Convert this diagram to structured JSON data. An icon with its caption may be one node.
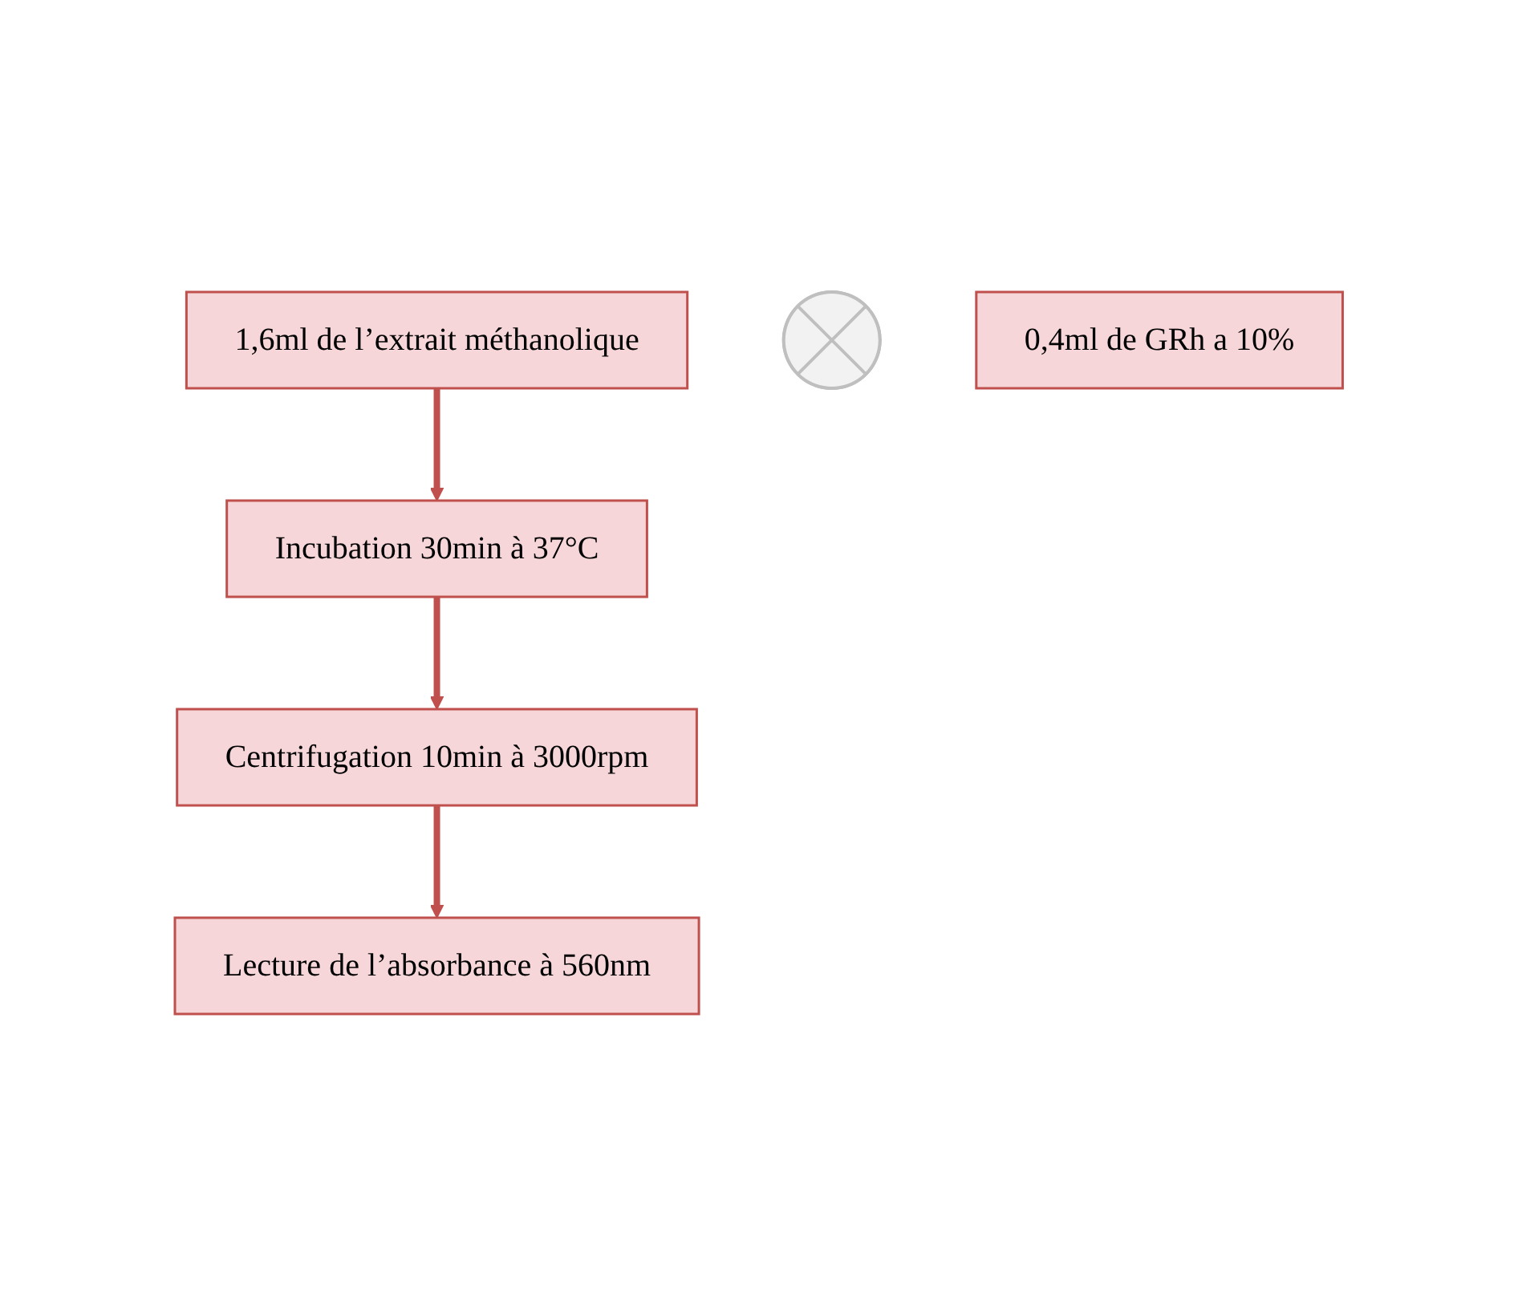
{
  "diagram": {
    "nodes": [
      {
        "text": [
          "1,6ml de l’extrait méthanolique"
        ]
      },
      {
        "text": [],
        "shape": "cross"
      },
      {
        "text": [
          "0,4ml de GRh a 10%"
        ]
      },
      {
        "text": [
          "Incubation 30min à 37°C"
        ]
      },
      {
        "text": [
          "Centrifugation 10min à 3000rpm"
        ]
      },
      {
        "text": [
          "Lecture de l’absorbance à 560nm"
        ]
      }
    ],
    "edges": [
      {
        "from": 0,
        "to": 3,
        "arrow": "to"
      },
      {
        "from": 3,
        "to": 4,
        "arrow": "to"
      },
      {
        "from": 4,
        "to": 5,
        "arrow": "to"
      }
    ]
  }
}
